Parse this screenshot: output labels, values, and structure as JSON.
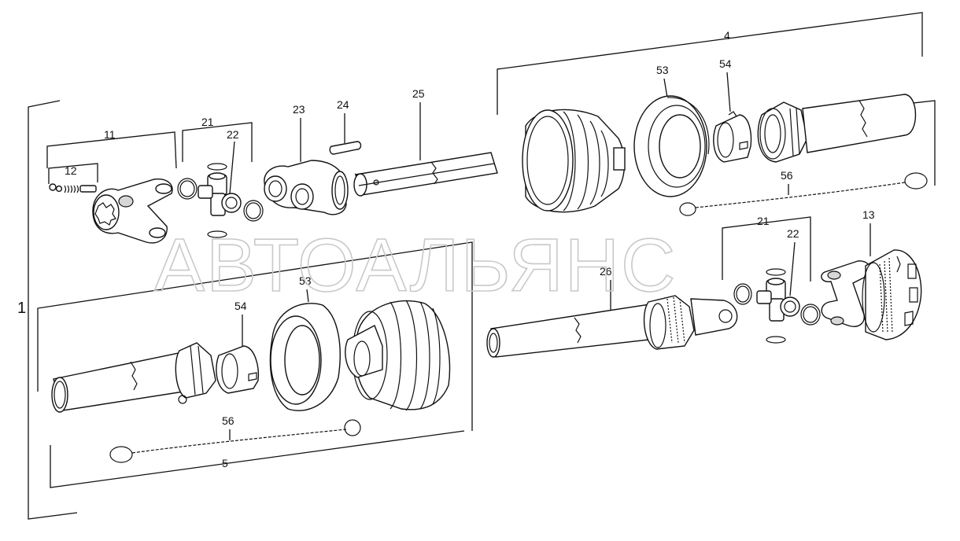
{
  "watermark": "АВТОАЛЬЯНС",
  "assemblies": {
    "a1": "1",
    "a4": "4",
    "a5": "5"
  },
  "callouts": {
    "c11": "11",
    "c12": "12",
    "c21a": "21",
    "c22a": "22",
    "c23": "23",
    "c24": "24",
    "c25": "25",
    "c53a": "53",
    "c54a": "54",
    "c56a": "56",
    "c21b": "21",
    "c22b": "22",
    "c13": "13",
    "c26": "26",
    "c53b": "53",
    "c54b": "54",
    "c56b": "56"
  },
  "colors": {
    "line": "#111111",
    "watermark": "#c9c9c9",
    "shade": "#d7d7d7"
  }
}
